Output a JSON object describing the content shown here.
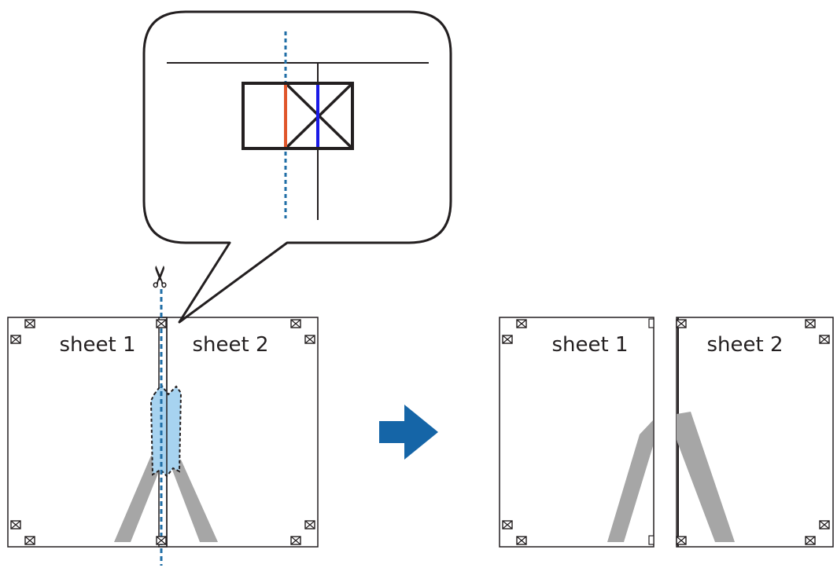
{
  "labels": {
    "before_sheet_left": "sheet 1",
    "before_sheet_right": "sheet 2",
    "after_sheet_left": "sheet 1",
    "after_sheet_right": "sheet 2"
  },
  "icons": {
    "scissors": "scissors-icon",
    "arrow": "arrow-right-icon",
    "registration_mark": "crossed-box-mark"
  },
  "colors": {
    "outline": "#231f20",
    "cut_line": "#1f6ea6",
    "arrow": "#1565a7",
    "overlap_fill": "#a7d3f0",
    "red_line": "#e0562b",
    "blue_line": "#1a1ae6",
    "shape_gray": "#a6a6a6"
  }
}
